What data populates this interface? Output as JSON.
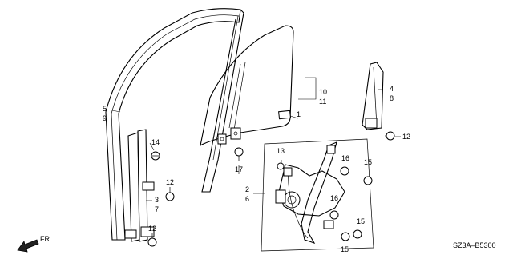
{
  "diagram_code": "SZ3A–B5300",
  "direction_label": "FR.",
  "callouts": {
    "c1": "1",
    "c2": "2",
    "c3": "3",
    "c4": "4",
    "c5": "5",
    "c6": "6",
    "c7": "7",
    "c8": "8",
    "c9": "9",
    "c10": "10",
    "c11": "11",
    "c12a": "12",
    "c12b": "12",
    "c12c": "12",
    "c13": "13",
    "c14": "14",
    "c15a": "15",
    "c15b": "15",
    "c15c": "15",
    "c16a": "16",
    "c16b": "16",
    "c17": "17"
  }
}
